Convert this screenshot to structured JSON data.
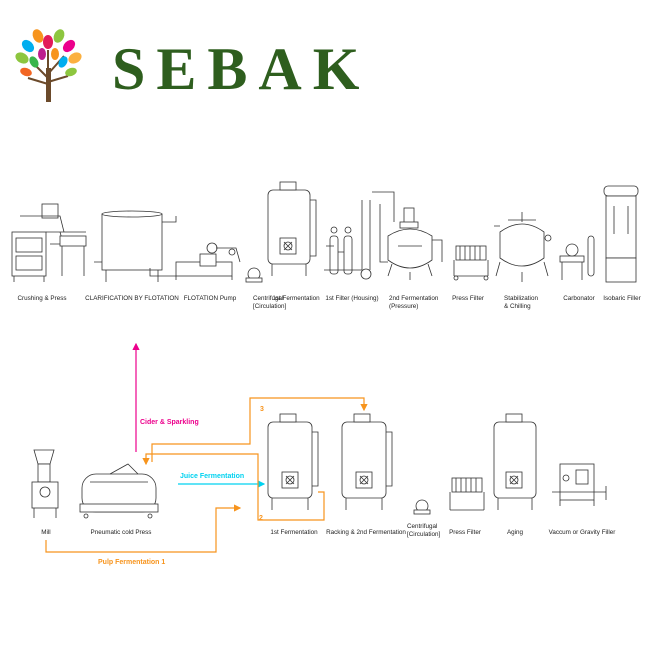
{
  "brand": {
    "name": "SEBAK",
    "color": "#2e5e1e"
  },
  "colors": {
    "orange": "#f7941d",
    "magenta": "#ec008c",
    "cyan": "#00d2f0",
    "equipment": "#333333"
  },
  "process_top": [
    {
      "label": "Crushing & Press"
    },
    {
      "label": "CLARIFICATION BY FLOTATION"
    },
    {
      "label": "FLOTATION Pump"
    },
    {
      "label": "Centrifugal",
      "label2": "[Circulation]"
    },
    {
      "label": "1st Fermentation"
    },
    {
      "label": "1st Filter (Housing)"
    },
    {
      "label": "2nd Fermentation",
      "label2": "(Pressure)"
    },
    {
      "label": "Press Filter"
    },
    {
      "label": "Stabilization",
      "label2": "& Chilling"
    },
    {
      "label": "Carbonator"
    },
    {
      "label": "Isobaric Filler"
    }
  ],
  "process_bottom": [
    {
      "label": "Mill"
    },
    {
      "label": "Pneumatic cold Press"
    },
    {
      "label": "1st Fermentation"
    },
    {
      "label": "Racking & 2nd Fermentation"
    },
    {
      "label": "Centrifugal",
      "label2": "[Circulation]"
    },
    {
      "label": "Press Filter"
    },
    {
      "label": "Aging"
    },
    {
      "label": "Vaccum or Gravity Filler"
    }
  ],
  "flows": {
    "cider": "Cider & Sparkling",
    "juice": "Juice Fermentation",
    "pulp": "Pulp Fermentation 1",
    "num2": "2",
    "num3": "3"
  }
}
